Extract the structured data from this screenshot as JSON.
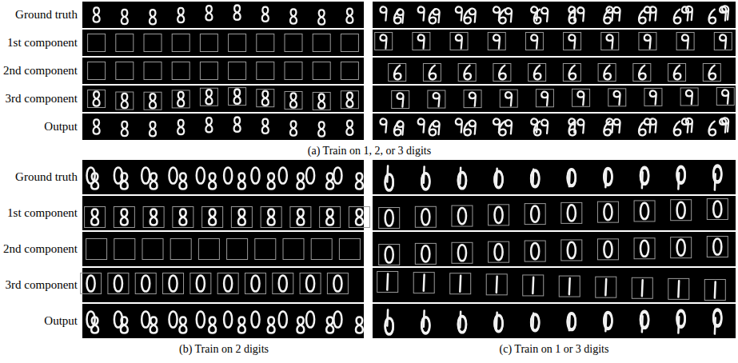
{
  "diagram": {
    "labels": [
      "Ground truth",
      "1st component",
      "2nd component",
      "3rd component",
      "Output",
      "(a) Train on 1, 2, or 3 digits",
      "Ground truth",
      "1st component",
      "2nd component",
      "3rd component",
      "Output",
      "(b) Train on 2 digits",
      "(c) Train on 1 or 3 digits"
    ]
  }
}
